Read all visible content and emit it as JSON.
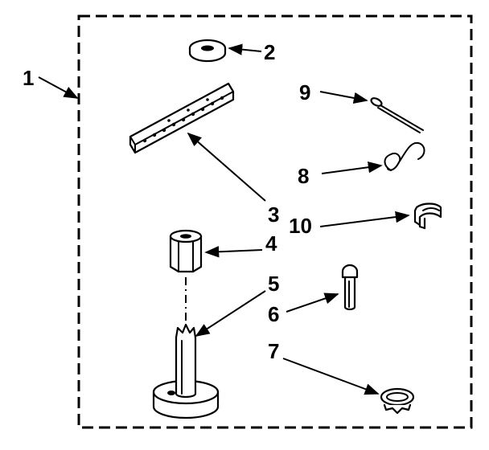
{
  "diagram": {
    "kit_callout": "1",
    "parts": [
      {
        "id": "washer",
        "callout": "2"
      },
      {
        "id": "bracket",
        "callout": "3"
      },
      {
        "id": "nut",
        "callout": "4"
      },
      {
        "id": "leveling-leg",
        "callout": "5"
      },
      {
        "id": "bolt",
        "callout": "6"
      },
      {
        "id": "clamp",
        "callout": "7"
      },
      {
        "id": "spring-clip",
        "callout": "8"
      },
      {
        "id": "cotter-pin",
        "callout": "9"
      },
      {
        "id": "u-clip",
        "callout": "10"
      }
    ]
  },
  "colors": {
    "ink": "#000000",
    "paper": "#ffffff"
  }
}
